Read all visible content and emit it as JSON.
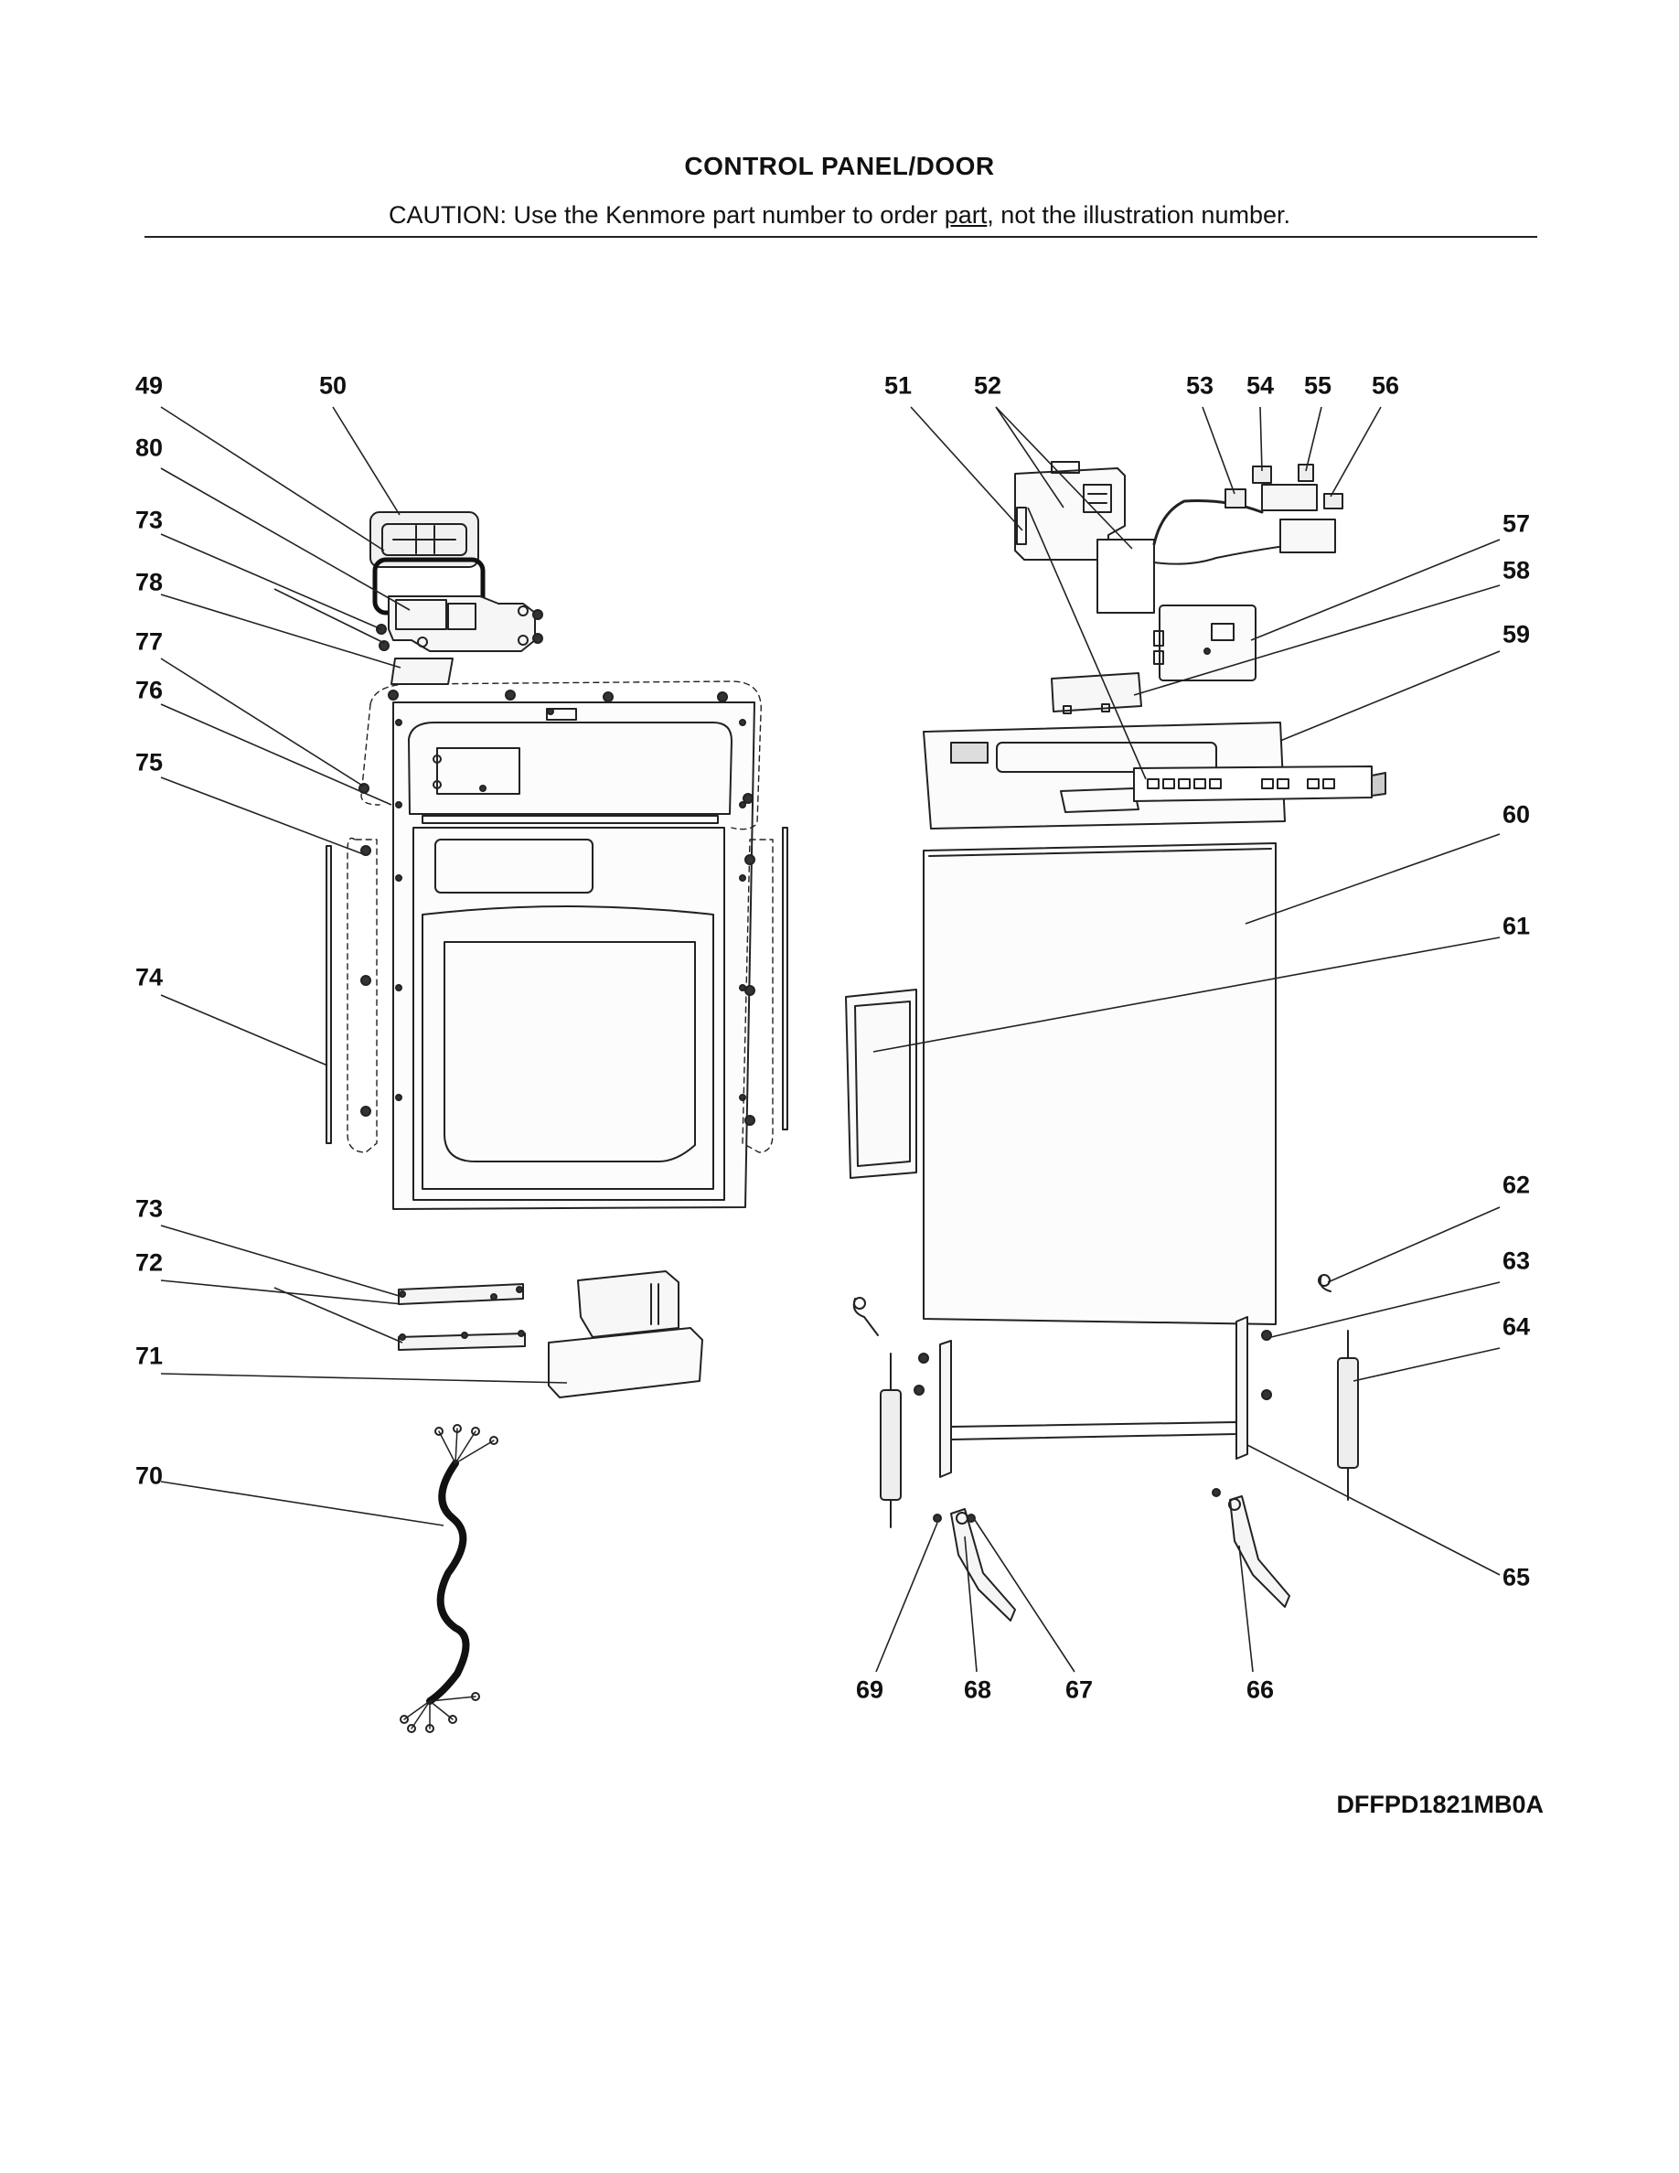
{
  "header": {
    "title": "CONTROL PANEL/DOOR",
    "caution_before": "CAUTION: Use the Kenmore part number to order ",
    "caution_underlined": "part",
    "caution_after": ", not the illustration number."
  },
  "callouts": {
    "n49": "49",
    "n50": "50",
    "n80": "80",
    "n73a": "73",
    "n78": "78",
    "n77": "77",
    "n76": "76",
    "n75": "75",
    "n74": "74",
    "n73b": "73",
    "n72": "72",
    "n71": "71",
    "n70": "70",
    "n51": "51",
    "n52": "52",
    "n53": "53",
    "n54": "54",
    "n55": "55",
    "n56": "56",
    "n57": "57",
    "n58": "58",
    "n59": "59",
    "n60": "60",
    "n61": "61",
    "n62": "62",
    "n63": "63",
    "n64": "64",
    "n65": "65",
    "n66": "66",
    "n67": "67",
    "n68": "68",
    "n69": "69"
  },
  "footer": {
    "model_code": "DFFPD1821MB0A"
  }
}
